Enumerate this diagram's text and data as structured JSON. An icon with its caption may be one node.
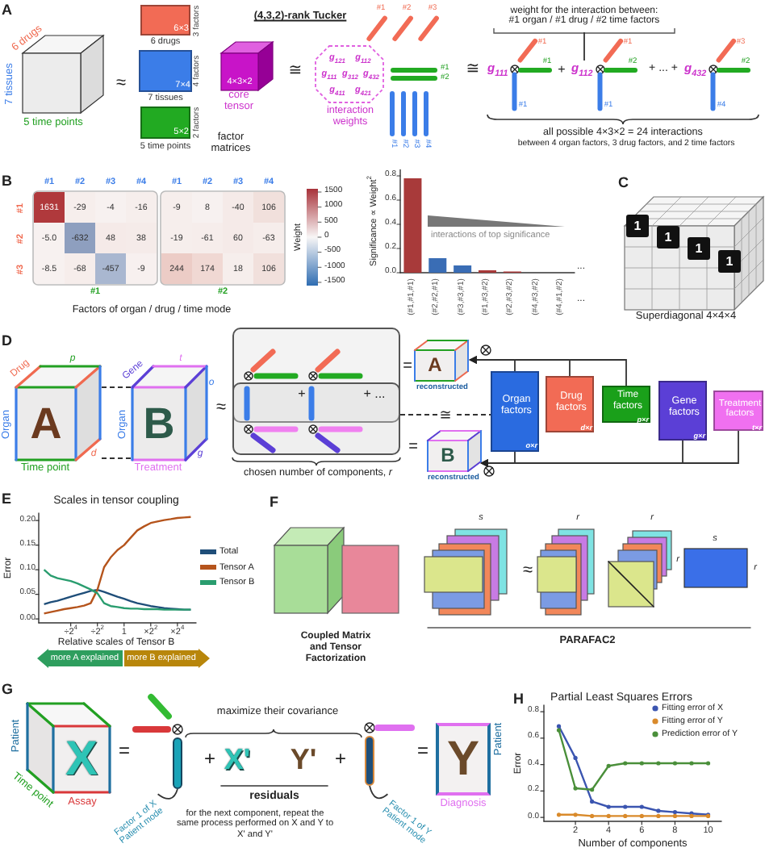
{
  "diagram": {
    "nodes": [
      {
        "text": [
          "6×3"
        ],
        "beside": [
          "3 factors",
          "6 drugs"
        ]
      },
      {
        "text": [
          "7×4"
        ],
        "beside": [
          "4 factors",
          "7 tissues"
        ]
      },
      {
        "text": [
          "5×2"
        ],
        "beside": [
          "2 factors",
          "5 time points"
        ]
      },
      {
        "text": [
          "4×3×2"
        ],
        "beside": [
          "core tensor"
        ]
      },
      {
        "text": [
          "g$_{121}$",
          "g$_{112}$",
          "g$_{111}$",
          "g$_{312}$",
          "g$_{432}$",
          "g$_{411}$",
          "g$_{421}$"
        ],
        "beside": [
          "interaction weights"
        ]
      },
      {
        "text": [
          "weight for the interaction between: #1 organ / #1 drug / #2 time factors"
        ]
      },
      {
        "text": [
          "1"
        ]
      },
      {
        "text": [
          "1"
        ]
      },
      {
        "text": [
          "1"
        ]
      },
      {
        "text": [
          "1"
        ]
      },
      {
        "text": [
          "A"
        ],
        "beside": [
          "Drug",
          "p",
          "Organ",
          "d",
          "Time point"
        ]
      },
      {
        "text": [
          "B"
        ],
        "beside": [
          "Gene",
          "t",
          "o",
          "Organ",
          "g",
          "Treatment"
        ]
      },
      {
        "text": [
          "A",
          "reconstructed"
        ]
      },
      {
        "text": [
          "B",
          "reconstructed"
        ]
      },
      {
        "text": [
          "Organ factors",
          "o×r"
        ]
      },
      {
        "text": [
          "Drug factors",
          "d×r"
        ]
      },
      {
        "text": [
          "Time factors",
          "p×r"
        ]
      },
      {
        "text": [
          "Gene factors",
          "g×r"
        ]
      },
      {
        "text": [
          "Treatment factors",
          "t×r"
        ]
      },
      {
        "text": [
          "more A explained"
        ]
      },
      {
        "text": [
          "more B explained"
        ]
      },
      {
        "text": [
          "X"
        ],
        "beside": [
          "Patient",
          "Time point",
          "Assay"
        ]
      },
      {
        "text": [],
        "shape": "bar"
      },
      {
        "text": [
          "Factor 1 of X Patient mode"
        ]
      },
      {
        "text": [],
        "shape": "bar"
      },
      {
        "text": [
          "Factor 1 of Y Patient mode"
        ]
      },
      {
        "text": [
          "Y"
        ],
        "beside": [
          "Patient",
          "Diagnosis"
        ]
      },
      {
        "text": [
          "g$_{112}$"
        ]
      },
      {
        "text": [],
        "shape": "box"
      },
      {
        "text": [],
        "shape": "box"
      },
      {
        "text": [],
        "shape": "bar",
        "beside": [
          "#1"
        ]
      },
      {
        "text": [],
        "shape": "bar",
        "beside": [
          "#2"
        ]
      },
      {
        "text": [],
        "shape": "bar",
        "beside": [
          "#3"
        ]
      },
      {
        "text": [],
        "shape": "bar",
        "beside": [
          "#1"
        ]
      },
      {
        "text": [],
        "shape": "bar",
        "beside": [
          "#2"
        ]
      },
      {
        "text": [],
        "shape": "bar",
        "beside": [
          "#1"
        ]
      },
      {
        "text": [],
        "shape": "bar",
        "beside": [
          "#2"
        ]
      },
      {
        "text": [],
        "shape": "bar",
        "beside": [
          "#3"
        ]
      },
      {
        "text": [],
        "shape": "bar",
        "beside": [
          "#4"
        ]
      },
      {
        "text": [],
        "shape": "bar",
        "beside": [
          "#1"
        ]
      },
      {
        "text": [],
        "shape": "bar",
        "beside": [
          "#1"
        ]
      },
      {
        "text": [],
        "shape": "bar",
        "beside": [
          "#1"
        ]
      },
      {
        "text": [],
        "shape": "bar",
        "beside": [
          "#1"
        ]
      },
      {
        "text": [],
        "shape": "bar",
        "beside": [
          "#2"
        ]
      },
      {
        "text": [],
        "shape": "bar",
        "beside": [
          "#1"
        ]
      },
      {
        "text": [],
        "shape": "bar",
        "beside": [
          "#3"
        ]
      },
      {
        "text": [],
        "shape": "bar",
        "beside": [
          "#2"
        ]
      },
      {
        "text": [],
        "shape": "bar",
        "beside": [
          "#4"
        ]
      },
      {
        "text": [],
        "shape": "bar"
      },
      {
        "text": [],
        "shape": "bar"
      },
      {
        "text": [],
        "shape": "bar"
      }
    ],
    "edges": [
      {
        "from": 5,
        "to": 27,
        "arrow": "none"
      },
      {
        "from": 10,
        "to": 11,
        "arrow": "none",
        "style": "dashed"
      },
      {
        "from": 10,
        "to": 11,
        "arrow": "none",
        "style": "dashed"
      },
      {
        "from": 14,
        "to": 12,
        "arrow": "to"
      },
      {
        "from": 15,
        "to": 12,
        "arrow": "to"
      },
      {
        "from": 16,
        "to": 12,
        "arrow": "to"
      },
      {
        "from": 28,
        "to": 14,
        "arrow": "none",
        "style": "dashed",
        "label": "≅"
      },
      {
        "from": 14,
        "to": 13,
        "arrow": "to"
      },
      {
        "from": 17,
        "to": 13,
        "arrow": "to"
      },
      {
        "from": 18,
        "to": 13,
        "arrow": "to"
      },
      {
        "from": 23,
        "to": 22,
        "arrow": "none"
      },
      {
        "from": 25,
        "to": 24,
        "arrow": "none"
      }
    ],
    "labels": [
      "A",
      "6 drugs",
      "7 tissues",
      "5 time points",
      "≈",
      "factor matrices",
      "(4,3,2)-rank Tucker",
      "≅",
      "≅",
      "g$_{111}$",
      "+",
      "+ ... +",
      "g$_{432}$",
      "all possible 4×3×2 = 24 interactions",
      "between 4 organ factors, 3 drug factors, and 2 time factors",
      "B",
      "#1",
      "#2",
      "#3",
      "#4",
      "#1",
      "#2",
      "#3",
      "#4",
      "#1",
      "#2",
      "#3",
      "1631",
      "-29",
      "-4",
      "-16",
      "-9",
      "8",
      "-40",
      "106",
      "-5.0",
      "-632",
      "48",
      "38",
      "-19",
      "-61",
      "60",
      "-63",
      "-8.5",
      "-68",
      "-457",
      "-9",
      "244",
      "174",
      "18",
      "106",
      "#1",
      "#2",
      "Factors of organ / drug / time mode",
      "1500",
      "1000",
      "500",
      "0",
      "-500",
      "-1000",
      "-1500",
      "Weight",
      "...",
      "...",
      "C",
      "Superdiagonal 4×4×4",
      "D",
      "≈",
      "+",
      "+ ...",
      "=",
      "=",
      "chosen number of components, *r*",
      "E",
      "F",
      "s",
      "≈",
      "r",
      "r",
      "r",
      "s",
      "r",
      "Coupled Matrix and Tensor Factorization",
      "PARAFAC2",
      "G",
      "=",
      "maximize their covariance",
      "+",
      "X'",
      "Y'",
      "+",
      "=",
      "residuals",
      "for the next component, repeat the same process performed on X and Y to X' and Y'",
      "H"
    ],
    "chart_data": [
      {
        "type": "bar",
        "ylabel": "Significance ∝ Weight$^{2}$",
        "categories": [
          "(#1,#1,#1)",
          "(#2,#2,#1)",
          "(#3,#3,#1)",
          "(#1,#3,#2)",
          "(#2,#3,#2)",
          "(#4,#3,#2)",
          "(#4,#1,#2)"
        ],
        "series": [
          {
            "color": "#a83a3a",
            "values": [
              0.78,
              null,
              null,
              0.02,
              0.01,
              0,
              0
            ]
          },
          {
            "color": "#3a6db5",
            "values": [
              null,
              0.12,
              0.06,
              null,
              null,
              null,
              null
            ]
          }
        ],
        "stacked": true,
        "ylim": [
          0,
          0.85
        ],
        "yticks": [
          {
            "value": 0,
            "label": "0.0"
          },
          {
            "value": 0.2,
            "label": "0.2"
          },
          {
            "value": 0.4,
            "label": "0.4"
          },
          {
            "value": 0.6,
            "label": "0.6"
          },
          {
            "value": 0.8,
            "label": "0.8"
          }
        ],
        "annotations": [
          "interactions of top significance"
        ]
      },
      {
        "type": "line",
        "title": "Scales in tensor coupling",
        "xlabel": "Relative scales of Tensor B",
        "ylabel": "Error",
        "categories": [
          null,
          null,
          null,
          null,
          "÷2$^{4}$",
          null,
          null,
          null,
          "÷2$^{2}$",
          null,
          null,
          null,
          "1",
          null,
          null,
          null,
          "×2$^{2}$",
          null,
          null,
          null,
          "×2$^{4}$",
          null,
          null
        ],
        "series": [
          {
            "name": "Total",
            "color": "#1f4e79",
            "values": [
              0.03,
              0.034,
              0.037,
              0.041,
              0.045,
              0.049,
              0.053,
              0.057,
              0.059,
              0.055,
              0.05,
              0.045,
              0.041,
              0.036,
              0.032,
              0.029,
              0.026,
              0.024,
              0.022,
              0.021,
              0.02,
              0.019,
              0.019
            ]
          },
          {
            "name": "Tensor A",
            "color": "#b5541c",
            "values": [
              0.011,
              0.014,
              0.017,
              0.02,
              0.022,
              0.024,
              0.027,
              0.032,
              0.06,
              0.105,
              0.125,
              0.14,
              0.15,
              0.165,
              0.18,
              0.188,
              0.195,
              0.198,
              0.201,
              0.203,
              0.205,
              0.206,
              0.207
            ]
          },
          {
            "name": "Tensor B",
            "color": "#2a9d6f",
            "values": [
              0.1,
              0.088,
              0.083,
              0.08,
              0.077,
              0.072,
              0.066,
              0.06,
              0.052,
              0.032,
              0.026,
              0.024,
              0.022,
              0.021,
              0.021,
              0.02,
              0.02,
              0.02,
              0.019,
              0.019,
              0.019,
              0.019,
              0.019
            ]
          }
        ],
        "ylim": [
          -0.008,
          0.215
        ],
        "yticks": [
          {
            "value": 0,
            "label": "0.00"
          },
          {
            "value": 0.05,
            "label": "0.05"
          },
          {
            "value": 0.1,
            "label": "0.10"
          },
          {
            "value": 0.15,
            "label": "0.15"
          },
          {
            "value": 0.2,
            "label": "0.20"
          }
        ],
        "legend": "right"
      },
      {
        "type": "line",
        "title": "Partial Least Squares Errors",
        "xlabel": "Number of components",
        "ylabel": "Error",
        "x": [
          1,
          2,
          3,
          4,
          5,
          6,
          7,
          8,
          9,
          10
        ],
        "series": [
          {
            "name": "Fitting error of X",
            "color": "#3b55b0",
            "values": [
              0.69,
              0.45,
              0.12,
              0.08,
              0.08,
              0.08,
              0.05,
              0.04,
              0.03,
              0.02
            ]
          },
          {
            "name": "Fitting error of Y",
            "color": "#d98a2b",
            "values": [
              0.02,
              0.02,
              0.01,
              0.01,
              0.01,
              0.01,
              0.01,
              0.01,
              0.01,
              0.01
            ]
          },
          {
            "name": "Prediction error of Y",
            "color": "#4a8f3a",
            "values": [
              0.66,
              0.22,
              0.21,
              0.39,
              0.41,
              0.41,
              0.41,
              0.41,
              0.41,
              0.41
            ]
          }
        ],
        "xlim": [
          0.1,
          10.8
        ],
        "ylim": [
          -0.03,
          0.85
        ],
        "xticks": [
          2,
          4,
          6,
          8,
          10
        ],
        "yticks": [
          {
            "value": 0,
            "label": "0.0"
          },
          {
            "value": 0.2,
            "label": "0.2"
          },
          {
            "value": 0.4,
            "label": "0.4"
          },
          {
            "value": 0.6,
            "label": "0.6"
          },
          {
            "value": 0.8,
            "label": "0.8"
          }
        ],
        "legend": "upper right"
      }
    ]
  }
}
